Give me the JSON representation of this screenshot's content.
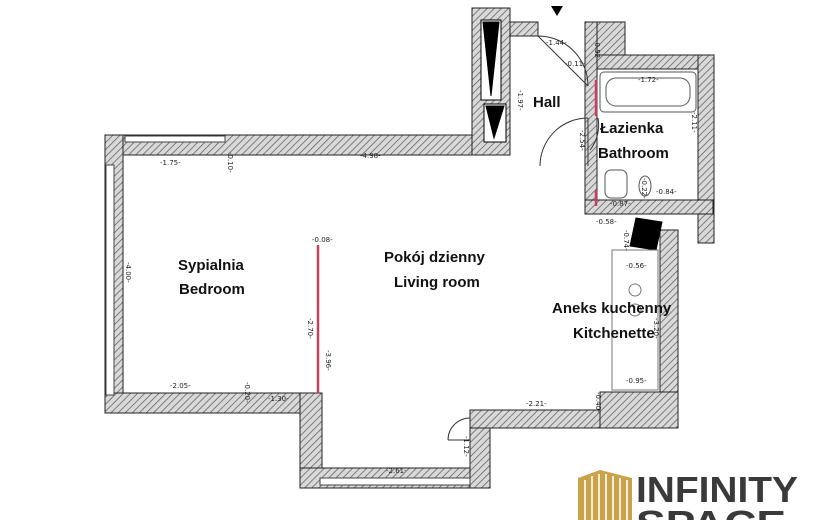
{
  "rooms": {
    "hall": "Hall",
    "bathroom_pl": "Łazienka",
    "bathroom_en": "Bathroom",
    "bedroom_pl": "Sypialnia",
    "bedroom_en": "Bedroom",
    "living_pl": "Pokój dzienny",
    "living_en": "Living room",
    "kitchen_pl": "Aneks kuchenny",
    "kitchen_en": "Kitchenette"
  },
  "dimensions": {
    "d144": "-1.44-",
    "d052": "-0.52-",
    "d011": "-0.11-",
    "d172": "-1.72-",
    "d197": "-1.97-",
    "d211": "-2.11-",
    "d254": "-2.54-",
    "d175": "-1.75-",
    "d010": "-0.10-",
    "d498": "-4.98-",
    "d022": "-0.22-",
    "d084": "-0.84-",
    "d087": "-0.87-",
    "d058": "-0.58-",
    "d074": "-0.74-",
    "d008": "-0.08-",
    "d400": "-4.00-",
    "d056": "-0.56-",
    "d270": "-2.70-",
    "d396": "-3.96-",
    "d320": "-3.20-",
    "d205": "-2.05-",
    "d020": "-0.20-",
    "d130": "-1.30-",
    "d095": "-0.95-",
    "d221": "-2.21-",
    "d040": "-0.40-",
    "d112": "-1.12-",
    "d261": "-2.61-"
  },
  "logo": {
    "line1": "INFINITY",
    "line2": "SPACE"
  },
  "colors": {
    "wall": "#555555",
    "partition": "#c8405a",
    "logo_gold": "#c9a24a"
  }
}
